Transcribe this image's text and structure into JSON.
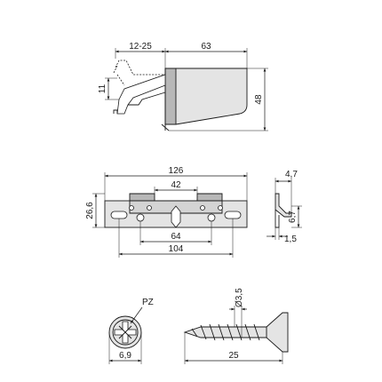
{
  "side_view": {
    "dims": {
      "reach": "12-25",
      "length": "63",
      "arm_height": "11",
      "height": "48"
    }
  },
  "plate_view": {
    "dims": {
      "overall_length": "126",
      "inner_span": "42",
      "center_span": "64",
      "hole_span": "104",
      "height": "26,6"
    }
  },
  "profile_view": {
    "dims": {
      "depth": "4,7",
      "offset": "6,7",
      "thickness": "1,5"
    }
  },
  "screw_views": {
    "drive_label": "PZ",
    "head_diameter": "6,9",
    "shank_diameter": "Ø3,5",
    "length": "25"
  }
}
